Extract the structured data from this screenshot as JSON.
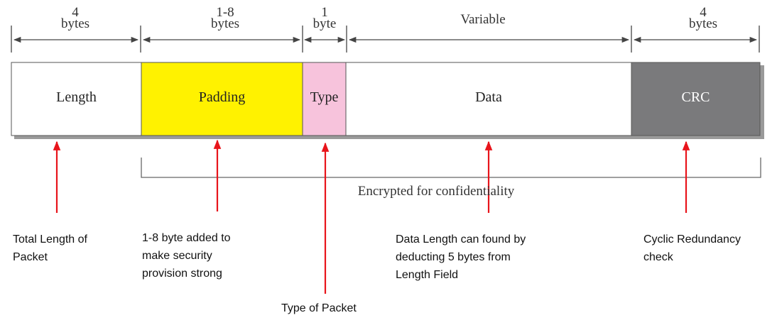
{
  "sizes": {
    "length": [
      "4",
      "bytes"
    ],
    "padding": [
      "1-8",
      "bytes"
    ],
    "type": [
      "1",
      "byte"
    ],
    "data": "Variable",
    "crc": [
      "4",
      "bytes"
    ]
  },
  "fields": {
    "length": "Length",
    "padding": "Padding",
    "type": "Type",
    "data": "Data",
    "crc": "CRC"
  },
  "encrypted_label": "Encrypted for confidentiality",
  "annotations": {
    "length": [
      "Total Length of",
      "Packet"
    ],
    "padding": [
      "1-8 byte added to",
      "make security",
      "provision strong"
    ],
    "type": "Type of Packet",
    "data": [
      "Data Length can found by",
      "deducting 5 bytes from",
      "Length Field"
    ],
    "crc": [
      "Cyclic Redundancy",
      "check"
    ]
  },
  "colors": {
    "padding": "#fff200",
    "type": "#f7c3dc",
    "crc": "#7a7a7c",
    "crc_text": "#ffffff",
    "arrow": "#e8141b",
    "box_border": "#555555"
  }
}
